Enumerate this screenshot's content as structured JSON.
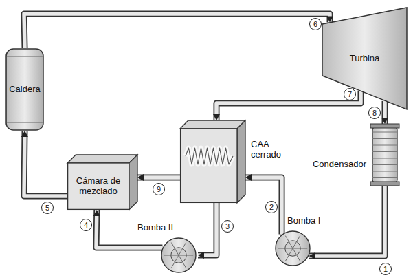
{
  "diagram": {
    "nodes": [
      {
        "text": [
          "Caldera"
        ]
      },
      {
        "text": [
          "Turbina"
        ]
      },
      {
        "text": [
          "Cámara de mezclado"
        ]
      },
      {
        "text": [
          "CAA cerrado"
        ]
      },
      {
        "text": [
          "Condensador"
        ]
      },
      {
        "text": [
          "Bomba II"
        ]
      },
      {
        "text": [
          "Bomba I"
        ]
      }
    ],
    "edges": [
      {
        "from": 0,
        "to": 1,
        "arrow": "to"
      },
      {
        "from": 1,
        "to": 3,
        "arrow": "to"
      },
      {
        "from": 1,
        "to": 4,
        "arrow": "to"
      },
      {
        "from": 4,
        "to": 6,
        "arrow": "to"
      },
      {
        "from": 6,
        "to": 3,
        "arrow": "to"
      },
      {
        "from": 3,
        "to": 5,
        "arrow": "to"
      },
      {
        "from": 5,
        "to": 2,
        "arrow": "to"
      },
      {
        "from": 3,
        "to": 2,
        "arrow": "to"
      },
      {
        "from": 2,
        "to": 0,
        "arrow": "to"
      }
    ],
    "labels": [
      "1",
      "2",
      "3",
      "4",
      "5",
      "6",
      "7",
      "8",
      "9"
    ]
  }
}
